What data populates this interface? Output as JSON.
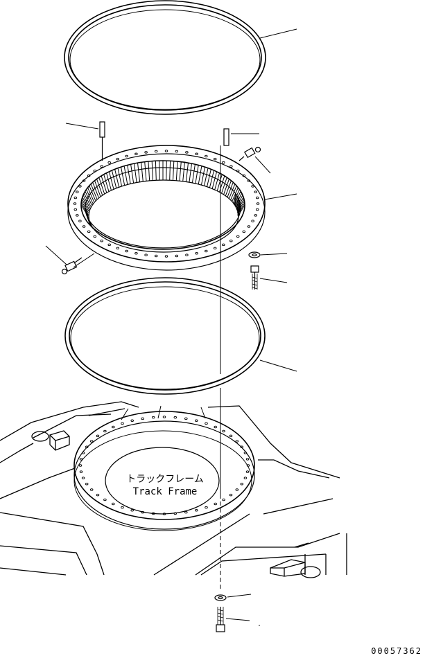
{
  "labels": {
    "track_frame_jp": "トラックフレーム",
    "track_frame_en": "Track Frame",
    "drawing_number": "00057362"
  },
  "colors": {
    "line": "#000000",
    "background": "#ffffff"
  }
}
